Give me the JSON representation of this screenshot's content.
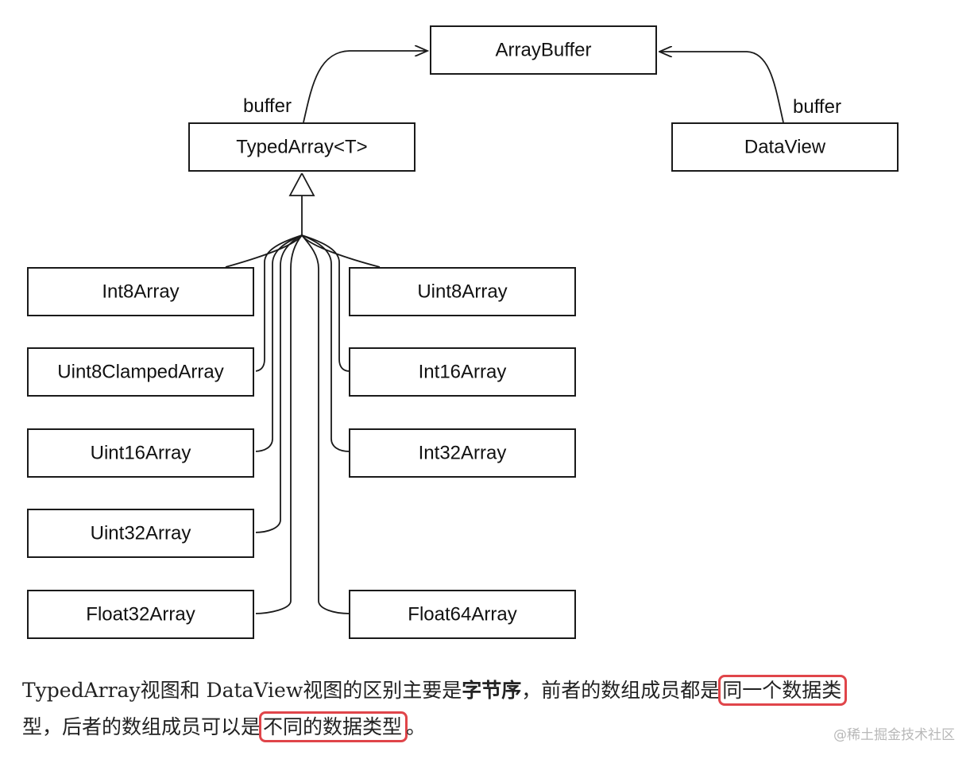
{
  "diagram": {
    "nodes": {
      "arraybuffer": "ArrayBuffer",
      "typedarray": "TypedArray<T>",
      "dataview": "DataView",
      "int8": "Int8Array",
      "uint8": "Uint8Array",
      "uint8clamped": "Uint8ClampedArray",
      "int16": "Int16Array",
      "uint16": "Uint16Array",
      "int32": "Int32Array",
      "uint32": "Uint32Array",
      "float32": "Float32Array",
      "float64": "Float64Array"
    },
    "edge_labels": {
      "typedarray_buffer": "buffer",
      "dataview_buffer": "buffer"
    }
  },
  "caption": {
    "part1": "TypedArray视图和 DataView视图的区别主要是",
    "bold": "字节序",
    "part2": "，前者的数组成员都是",
    "highlight1": "同一个数据类",
    "line2_highlight1_cont": "型",
    "part3": "，后者的数组成员可以是",
    "highlight2": "不同的数据类型",
    "end": "。"
  },
  "watermark": "@稀土掘金技术社区"
}
